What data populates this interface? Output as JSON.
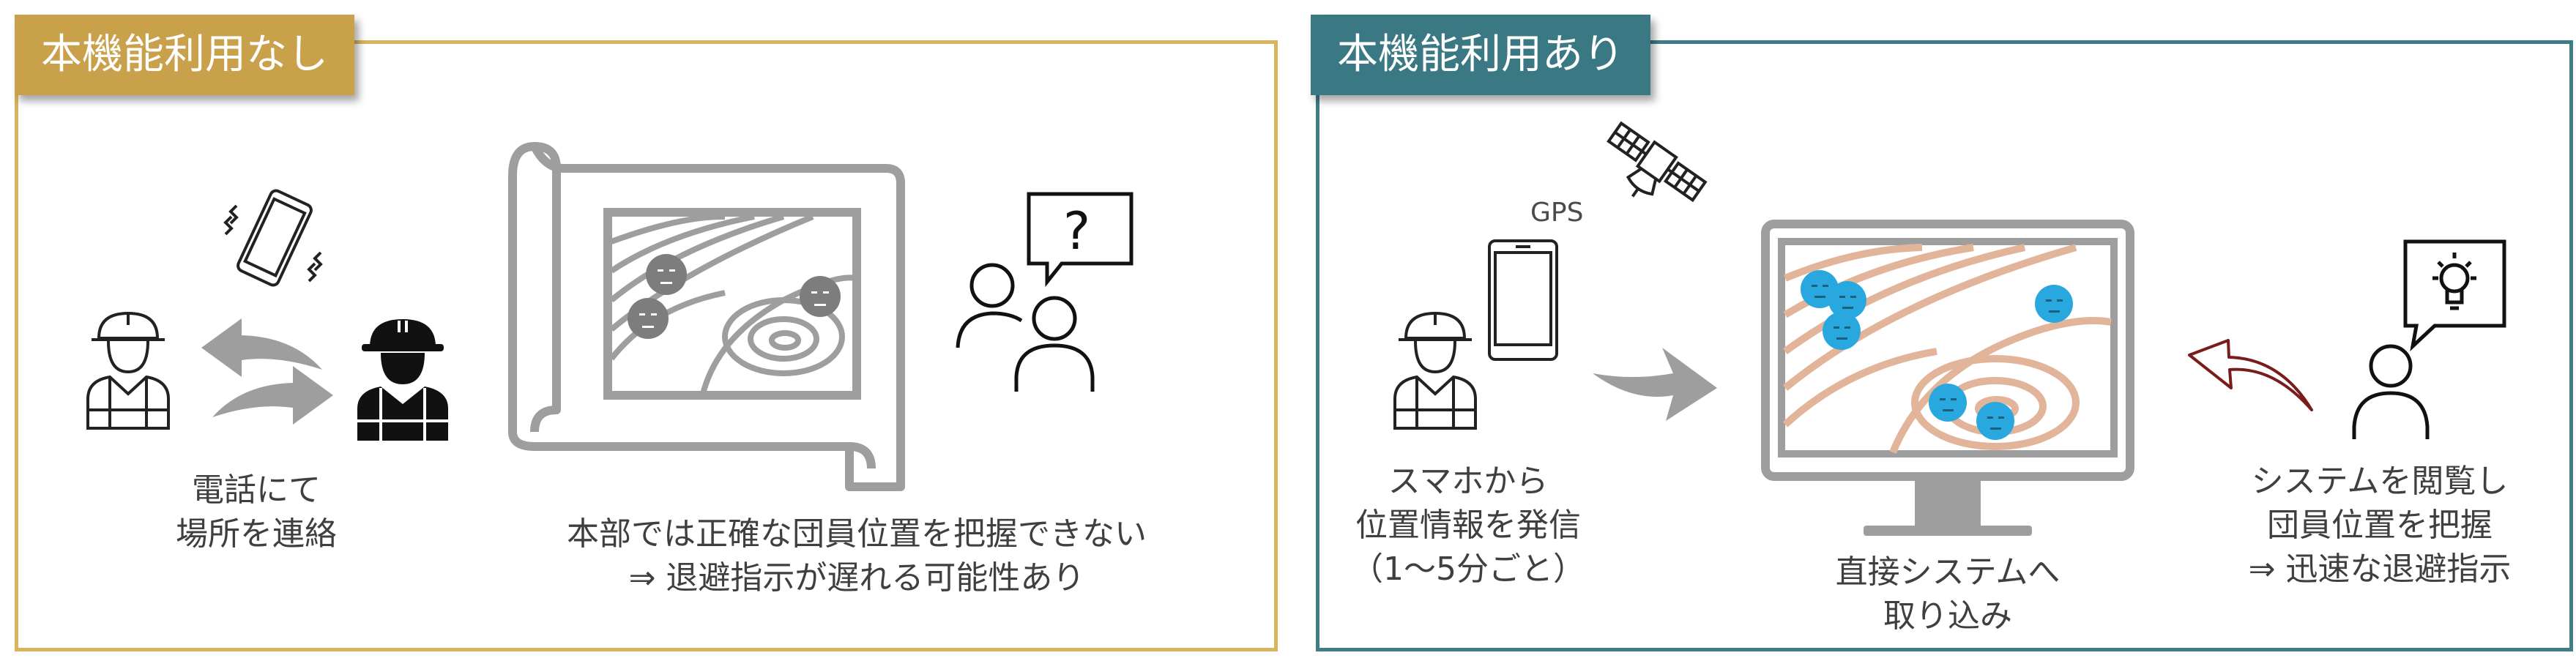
{
  "colors": {
    "left_accent": "#c9a14b",
    "right_accent": "#3a7983",
    "icon_gray": "#9e9e9e",
    "face_gray": "#7d7d7d",
    "face_blue": "#29a8e0",
    "map_lines_tan": "#e2b49a",
    "return_arrow": "#7a1c1c"
  },
  "left_panel": {
    "title": "本機能利用なし",
    "phone_caption": [
      "電話にて",
      "場所を連絡"
    ],
    "map_caption": [
      "本部では正確な団員位置を把握できない",
      "⇒ 退避指示が遅れる可能性あり"
    ],
    "icons": [
      "worker-icon",
      "phone-vibrating-icon",
      "swap-arrows-icon",
      "worker-dark-icon",
      "map-icon",
      "people-question-icon"
    ]
  },
  "right_panel": {
    "title": "本機能利用あり",
    "gps_label": "GPS",
    "phone_caption": [
      "スマホから",
      "位置情報を発信",
      "（1～5分ごと）"
    ],
    "monitor_caption": [
      "直接システムへ",
      "取り込み"
    ],
    "person_caption": [
      "システムを閲覧し",
      "団員位置を把握",
      "⇒ 迅速な退避指示"
    ],
    "icons": [
      "satellite-icon",
      "smartphone-icon",
      "worker-icon",
      "arrow-right-icon",
      "monitor-map-icon",
      "return-arrow-icon",
      "person-idea-icon"
    ]
  }
}
